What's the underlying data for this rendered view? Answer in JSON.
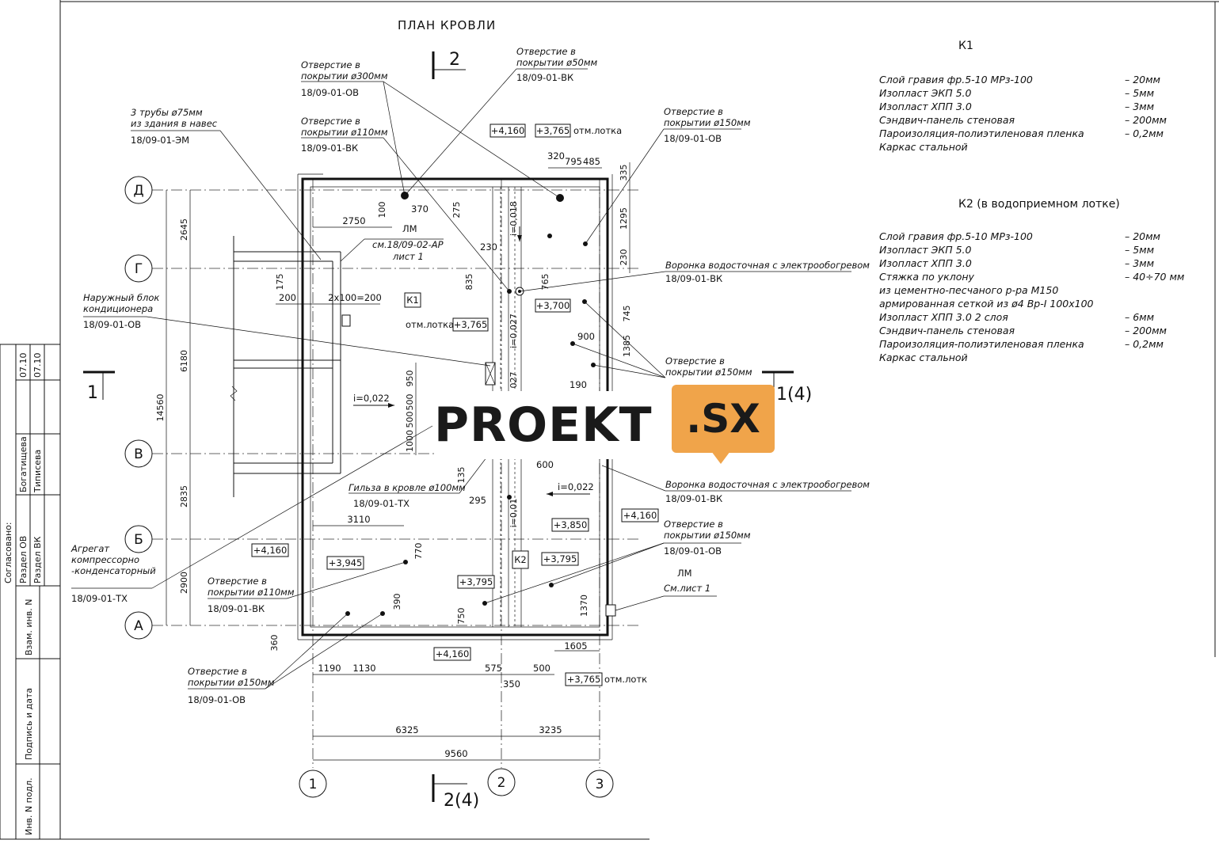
{
  "drawing": {
    "title": "ПЛАН КРОВЛИ",
    "axes_h": [
      "Д",
      "Г",
      "В",
      "Б",
      "А"
    ],
    "axes_v": [
      "1",
      "2",
      "3"
    ],
    "sections": {
      "top": "2",
      "bottom": "2(4)",
      "left": "1",
      "right": "1(4)"
    },
    "elevations": {
      "e1": "+4,160",
      "e2": "+3,765",
      "e2b": "отм.лотка",
      "e3": "+3,700",
      "e4": "+3,765",
      "e4b": "отм.лотка",
      "e5": "+4,160",
      "e6": "+3,945",
      "e7": "+3,795",
      "e8": "+3,795",
      "e9": "+3,850",
      "e10": "+4,160",
      "e11": "+4,160",
      "e12": "+3,765",
      "e12b": "отм.лотк"
    },
    "marks": {
      "k1": "К1",
      "k2": "К2"
    },
    "slopes": {
      "s1": "i=0,022",
      "s2": "i=0,018",
      "s3": "i=0,027",
      "s4": "i=0,022",
      "s5": "i=0,01"
    },
    "dims": {
      "d14560": "14560",
      "d2645": "2645",
      "d6180": "6180",
      "d2835": "2835",
      "d2900": "2900",
      "d2750": "2750",
      "d100": "100",
      "d370": "370",
      "d275": "275",
      "d320": "320",
      "d795": "795",
      "d485": "485",
      "d335": "335",
      "d1295": "1295",
      "d230a": "230",
      "d230b": "230",
      "d835": "835",
      "d765": "765",
      "d175": "175",
      "d200": "200",
      "d2x100": "2х100=200",
      "d745": "745",
      "d1385": "1385",
      "d900": "900",
      "d950": "950",
      "d500": "500",
      "d1000": "1000",
      "d135": "135",
      "d295": "295",
      "d3110": "3110",
      "d770": "770",
      "d390": "390",
      "d750": "750",
      "d1370": "1370",
      "d360": "360",
      "d1605": "1605",
      "d1190": "1190",
      "d1130": "1130",
      "d575": "575",
      "d500b": "500",
      "d350": "350",
      "d6325": "6325",
      "d3235": "3235",
      "d9560": "9560",
      "d027": "027",
      "d190": "190",
      "d600": "600"
    },
    "callouts": {
      "c1": [
        "Отверстие в",
        "покрытии ø300мм",
        "18/09-01-ОВ"
      ],
      "c2": [
        "Отверстие в",
        "покрытии ø50мм",
        "18/09-01-ВК"
      ],
      "c3": [
        "3 трубы ø75мм",
        "из здания в навес",
        "18/09-01-ЭМ"
      ],
      "c4": [
        "Отверстие в",
        "покрытии ø110мм",
        "18/09-01-ВК"
      ],
      "c5": [
        "Отверстие в",
        "покрытии ø150мм",
        "18/09-01-ОВ"
      ],
      "c6": [
        "ЛМ",
        "см.18/09-02-АР",
        "лист 1"
      ],
      "c7": [
        "Воронка водосточная с электрообогревом",
        "18/09-01-ВК"
      ],
      "c8": [
        "Наружный блок",
        "кондиционера",
        "18/09-01-ОВ"
      ],
      "c9": [
        "Отверстие в",
        "покрытии ø150мм"
      ],
      "c10": [
        "Гильза в кровле ø100мм",
        "18/09-01-ТХ"
      ],
      "c11": [
        "Воронка водосточная с электрообогревом",
        "18/09-01-ВК"
      ],
      "c12": [
        "Отверстие в",
        "покрытии ø150мм",
        "18/09-01-ОВ"
      ],
      "c13": [
        "Агрегат",
        "компрессорно",
        "-конденсаторный",
        "18/09-01-ТХ"
      ],
      "c14": [
        "Отверстие в",
        "покрытии ø110мм",
        "18/09-01-ВК"
      ],
      "c15": [
        "ЛМ",
        "См.лист 1"
      ],
      "c16": [
        "Отверстие в",
        "покрытии ø150мм",
        "18/09-01-ОВ"
      ]
    }
  },
  "spec": {
    "k1": {
      "title": "К1",
      "rows": [
        {
          "name": "Слой гравия фр.5-10 МРз-100",
          "value": "– 20мм"
        },
        {
          "name": "Изопласт ЭКП 5.0",
          "value": "– 5мм"
        },
        {
          "name": "Изопласт ХПП 3.0",
          "value": "– 3мм"
        },
        {
          "name": "Сэндвич-панель стеновая",
          "value": "– 200мм"
        },
        {
          "name": "Пароизоляция-полиэтиленовая пленка",
          "value": "– 0,2мм"
        },
        {
          "name": "Каркас стальной",
          "value": ""
        }
      ]
    },
    "k2": {
      "title": "К2 (в водоприемном лотке)",
      "rows": [
        {
          "name": "Слой гравия фр.5-10 МРз-100",
          "value": "– 20мм"
        },
        {
          "name": "Изопласт ЭКП 5.0",
          "value": "– 5мм"
        },
        {
          "name": "Изопласт ХПП 3.0",
          "value": "– 3мм"
        },
        {
          "name": "Стяжка по уклону",
          "value": "– 40÷70 мм"
        },
        {
          "name": "   из цементно-песчаного р-ра М150",
          "value": ""
        },
        {
          "name": "   армированная сеткой из ø4 Вр-I 100х100",
          "value": ""
        },
        {
          "name": "Изопласт ХПП 3.0 2 слоя",
          "value": "– 6мм"
        },
        {
          "name": "Сэндвич-панель стеновая",
          "value": "– 200мм"
        },
        {
          "name": "Пароизоляция-полиэтиленовая пленка",
          "value": "– 0,2мм"
        },
        {
          "name": "Каркас стальной",
          "value": ""
        }
      ]
    }
  },
  "stamp": {
    "agreed": "Согласовано:",
    "sec_ov": "Раздел ОВ",
    "sec_vk": "Раздел ВК",
    "name1": "Богатищева",
    "name2": "Типисева",
    "date1": "07.10",
    "date2": "07.10",
    "vzam": "Взам. инв. N",
    "podp": "Подпись и дата",
    "inv": "Инв. N подл."
  },
  "watermark": {
    "part1": "PROEKT",
    "part2": ".SX"
  },
  "colors": {
    "watermark_accent": "#f0a44a",
    "ink": "#111111"
  }
}
